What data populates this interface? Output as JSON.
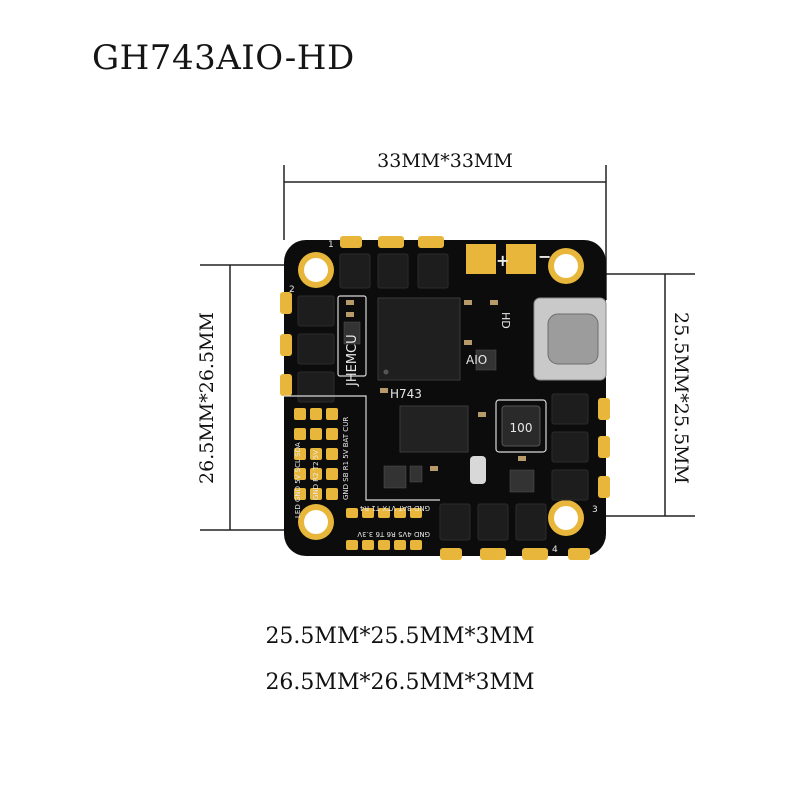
{
  "title": "GH743AIO-HD",
  "dimensions": {
    "top": "33MM*33MM",
    "left": "26.5MM*26.5MM",
    "right": "25.5MM*25.5MM"
  },
  "specs": [
    "25.5MM*25.5MM*3MM",
    "26.5MM*26.5MM*3MM"
  ],
  "board_silkscreen": {
    "brand": "JHEMCU",
    "mcu": "H743",
    "aio": "AIO",
    "hd": "HD",
    "plus": "+",
    "minus": "−",
    "inductor": "100",
    "corner_1": "1",
    "corner_2": "2",
    "corner_3": "3",
    "corner_4": "4",
    "pad_row_a": "LED GND 5V SCL SDA",
    "pad_row_b": "GND R2 T2 5V",
    "pad_row_c": "GND SB R1 5V BAT CUR",
    "pad_row_d": "GND BAT VTX T1 R4",
    "pad_row_e": "GND 4V5 R6 T6 3.3V"
  },
  "colors": {
    "board": "#0c0c0c",
    "gold": "#e7b63a",
    "silk": "#e8e8e8",
    "chip": "#1d1d1d",
    "usb": "#c9c9c9"
  }
}
